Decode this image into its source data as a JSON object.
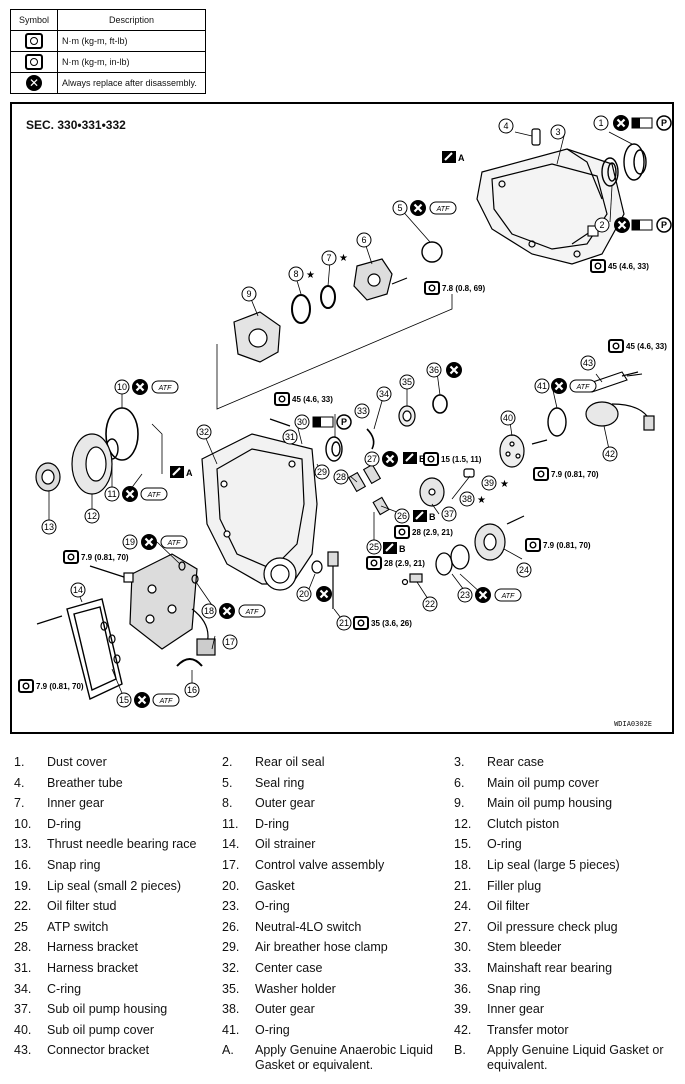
{
  "legend": {
    "headers": [
      "Symbol",
      "Description"
    ],
    "rows": [
      {
        "icon": "torque-icon",
        "text": "N·m (kg-m, ft-lb)"
      },
      {
        "icon": "torque-inlb-icon",
        "text": "N·m (kg-m, in-lb)"
      },
      {
        "icon": "replace-icon",
        "text": "Always replace after disassembly."
      }
    ]
  },
  "diagram": {
    "section": "SEC. 330•331•332",
    "code": "WDIA0302E",
    "torques": {
      "t1": "45 (4.6, 33)",
      "t2": "7.8 (0.8, 69)",
      "t3": "45 (4.6, 33)",
      "t4": "45 (4.6, 33)",
      "t5": "15 (1.5, 11)",
      "t6": "7.9 (0.81, 70)",
      "t7": "28 (2.9, 21)",
      "t8": "28 (2.9, 21)",
      "t9": "7.9 (0.81, 70)",
      "t10": "7.9 (0.81, 70)",
      "t11": "35 (3.6, 26)",
      "t12": "7.9 (0.81, 70)"
    },
    "tags": {
      "atf": "ATF",
      "a": "A",
      "b": "B",
      "p": "P",
      "star": "★"
    }
  },
  "parts": [
    [
      {
        "n": "1.",
        "d": "Dust cover"
      },
      {
        "n": "2.",
        "d": "Rear oil seal"
      },
      {
        "n": "3.",
        "d": "Rear case"
      }
    ],
    [
      {
        "n": "4.",
        "d": "Breather tube"
      },
      {
        "n": "5.",
        "d": "Seal ring"
      },
      {
        "n": "6.",
        "d": "Main oil pump cover"
      }
    ],
    [
      {
        "n": "7.",
        "d": "Inner gear"
      },
      {
        "n": "8.",
        "d": "Outer gear"
      },
      {
        "n": "9.",
        "d": "Main oil pump housing"
      }
    ],
    [
      {
        "n": "10.",
        "d": "D-ring"
      },
      {
        "n": "11.",
        "d": "D-ring"
      },
      {
        "n": "12.",
        "d": "Clutch piston"
      }
    ],
    [
      {
        "n": "13.",
        "d": "Thrust needle bearing race"
      },
      {
        "n": "14.",
        "d": "Oil strainer"
      },
      {
        "n": "15.",
        "d": "O-ring"
      }
    ],
    [
      {
        "n": "16.",
        "d": "Snap ring"
      },
      {
        "n": "17.",
        "d": "Control valve assembly"
      },
      {
        "n": "18.",
        "d": "Lip seal (large 5 pieces)"
      }
    ],
    [
      {
        "n": "19.",
        "d": "Lip seal (small 2 pieces)"
      },
      {
        "n": "20.",
        "d": "Gasket"
      },
      {
        "n": "21.",
        "d": "Filler plug"
      }
    ],
    [
      {
        "n": "22.",
        "d": "Oil filter stud"
      },
      {
        "n": "23.",
        "d": "O-ring"
      },
      {
        "n": "24.",
        "d": "Oil filter"
      }
    ],
    [
      {
        "n": "25",
        "d": "ATP switch"
      },
      {
        "n": "26.",
        "d": "Neutral-4LO switch"
      },
      {
        "n": "27.",
        "d": "Oil pressure check plug"
      }
    ],
    [
      {
        "n": "28.",
        "d": "Harness bracket"
      },
      {
        "n": "29.",
        "d": "Air breather hose clamp"
      },
      {
        "n": "30.",
        "d": "Stem bleeder"
      }
    ],
    [
      {
        "n": "31.",
        "d": "Harness bracket"
      },
      {
        "n": "32.",
        "d": "Center case"
      },
      {
        "n": "33.",
        "d": "Mainshaft rear bearing"
      }
    ],
    [
      {
        "n": "34.",
        "d": "C-ring"
      },
      {
        "n": "35.",
        "d": "Washer holder"
      },
      {
        "n": "36.",
        "d": "Snap ring"
      }
    ],
    [
      {
        "n": "37.",
        "d": "Sub oil pump housing"
      },
      {
        "n": "38.",
        "d": "Outer gear"
      },
      {
        "n": "39.",
        "d": "Inner gear"
      }
    ],
    [
      {
        "n": "40.",
        "d": "Sub oil pump cover"
      },
      {
        "n": "41.",
        "d": "O-ring"
      },
      {
        "n": "42.",
        "d": "Transfer motor"
      }
    ],
    [
      {
        "n": "43.",
        "d": "Connector bracket"
      },
      {
        "n": "A.",
        "d": "Apply Genuine Anaerobic Liquid Gasket or equivalent."
      },
      {
        "n": "B.",
        "d": "Apply Genuine Liquid Gasket or equivalent."
      }
    ]
  ]
}
